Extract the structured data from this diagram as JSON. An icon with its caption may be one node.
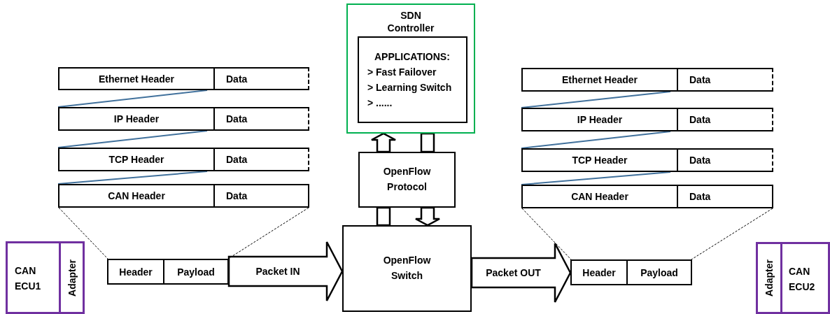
{
  "diagram": {
    "nodes": [
      {
        "text": [
          "SDN Controller"
        ]
      },
      {
        "text": [
          "APPLICATIONS:",
          "> Fast Failover",
          "> Learning Switch",
          "> ......"
        ],
        "in": 0
      },
      {
        "text": [
          "OpenFlow Protocol"
        ]
      },
      {
        "text": [
          "OpenFlow Switch"
        ]
      },
      {
        "text": [
          "Ethernet Header",
          "Data"
        ]
      },
      {
        "text": [
          "IP Header",
          "Data"
        ]
      },
      {
        "text": [
          "TCP Header",
          "Data"
        ]
      },
      {
        "text": [
          "CAN Header",
          "Data"
        ]
      },
      {
        "text": [
          "Header",
          "Payload"
        ]
      },
      {
        "text": [
          "CAN ECU1"
        ]
      },
      {
        "text": [
          "Adapter"
        ],
        "in": 9
      },
      {
        "text": [
          "Ethernet Header",
          "Data"
        ]
      },
      {
        "text": [
          "IP Header",
          "Data"
        ]
      },
      {
        "text": [
          "TCP Header",
          "Data"
        ]
      },
      {
        "text": [
          "CAN Header",
          "Data"
        ]
      },
      {
        "text": [
          "Header",
          "Payload"
        ]
      },
      {
        "text": [
          "CAN ECU2"
        ]
      },
      {
        "text": [
          "Adapter"
        ],
        "in": 16
      }
    ],
    "edges": [
      {
        "from": 2,
        "to": 0,
        "arrow": "to",
        "style": "thick"
      },
      {
        "from": 0,
        "to": 2,
        "arrow": "none",
        "style": "thick"
      },
      {
        "from": 3,
        "to": 2,
        "arrow": "none",
        "style": "thick"
      },
      {
        "from": 2,
        "to": 3,
        "arrow": "to",
        "style": "thick"
      },
      {
        "from": 8,
        "to": 3,
        "arrow": "to",
        "style": "thick",
        "label": "Packet IN"
      },
      {
        "from": 3,
        "to": 15,
        "arrow": "to",
        "style": "thick",
        "label": "Packet OUT"
      },
      {
        "from": 4,
        "to": 5,
        "arrow": "none"
      },
      {
        "from": 5,
        "to": 6,
        "arrow": "none"
      },
      {
        "from": 6,
        "to": 7,
        "arrow": "none"
      },
      {
        "from": 7,
        "to": 8,
        "arrow": "none",
        "style": "dashed",
        "color": "#000000"
      },
      {
        "from": 7,
        "to": 8,
        "arrow": "none",
        "style": "dashed",
        "color": "#000000"
      },
      {
        "from": 11,
        "to": 12,
        "arrow": "none"
      },
      {
        "from": 12,
        "to": 13,
        "arrow": "none"
      },
      {
        "from": 13,
        "to": 14,
        "arrow": "none"
      },
      {
        "from": 14,
        "to": 15,
        "arrow": "none",
        "style": "dashed",
        "color": "#000000"
      },
      {
        "from": 14,
        "to": 15,
        "arrow": "none",
        "style": "dashed",
        "color": "#000000"
      }
    ]
  }
}
